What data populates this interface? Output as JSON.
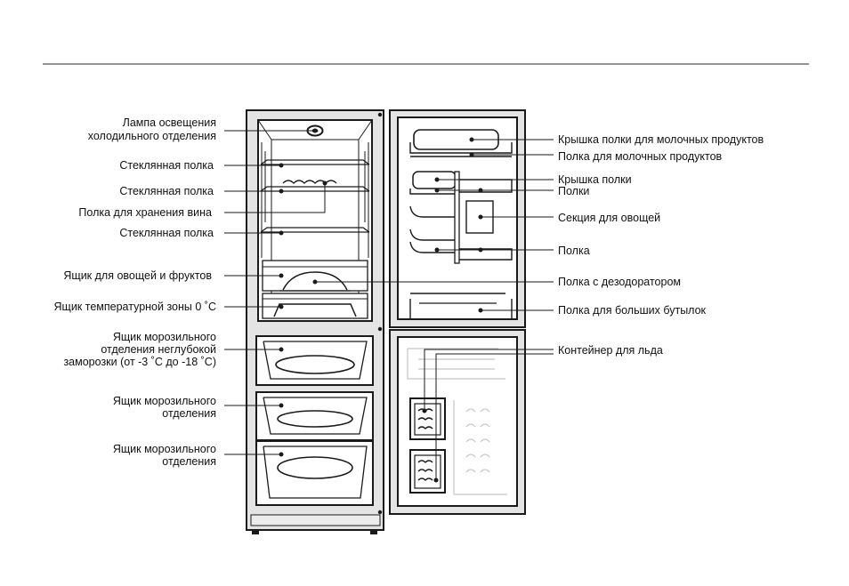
{
  "labels_left": [
    {
      "id": "lamp",
      "lines": [
        "Лампа освещения",
        "холодильного отделения"
      ]
    },
    {
      "id": "glass1",
      "lines": [
        "Стеклянная полка"
      ]
    },
    {
      "id": "glass2",
      "lines": [
        "Стеклянная полка"
      ]
    },
    {
      "id": "wine",
      "lines": [
        "Полка для хранения вина"
      ]
    },
    {
      "id": "glass3",
      "lines": [
        "Стеклянная полка"
      ]
    },
    {
      "id": "veg",
      "lines": [
        "Ящик для овощей и фруктов"
      ]
    },
    {
      "id": "zero",
      "lines": [
        "Ящик температурной зоны 0 ˚С"
      ]
    },
    {
      "id": "fz1",
      "lines": [
        "Ящик морозильного",
        "отделения неглубокой",
        "заморозки (от -3 ˚С до -18 ˚С)"
      ]
    },
    {
      "id": "fz2",
      "lines": [
        "Ящик морозильного",
        "отделения"
      ]
    },
    {
      "id": "fz3",
      "lines": [
        "Ящик морозильного",
        "отделения"
      ]
    }
  ],
  "labels_right": [
    {
      "id": "dairy_lid",
      "lines": [
        "Крышка полки для молочных продуктов"
      ]
    },
    {
      "id": "dairy",
      "lines": [
        "Полка для молочных продуктов"
      ]
    },
    {
      "id": "shelf_lid",
      "lines": [
        "Крышка полки"
      ]
    },
    {
      "id": "shelves",
      "lines": [
        "Полки"
      ]
    },
    {
      "id": "veg_sec",
      "lines": [
        "Секция для овощей"
      ]
    },
    {
      "id": "shelf",
      "lines": [
        "Полка"
      ]
    },
    {
      "id": "deodor",
      "lines": [
        "Полка с дезодоратором"
      ]
    },
    {
      "id": "bottles",
      "lines": [
        "Полка для больших бутылок"
      ]
    },
    {
      "id": "ice",
      "lines": [
        "Контейнер для льда"
      ]
    }
  ],
  "colors": {
    "line": "#1a1a1a",
    "body_fill": "#e4e4e4",
    "light_line": "#c8c8c8",
    "text": "#111111"
  }
}
